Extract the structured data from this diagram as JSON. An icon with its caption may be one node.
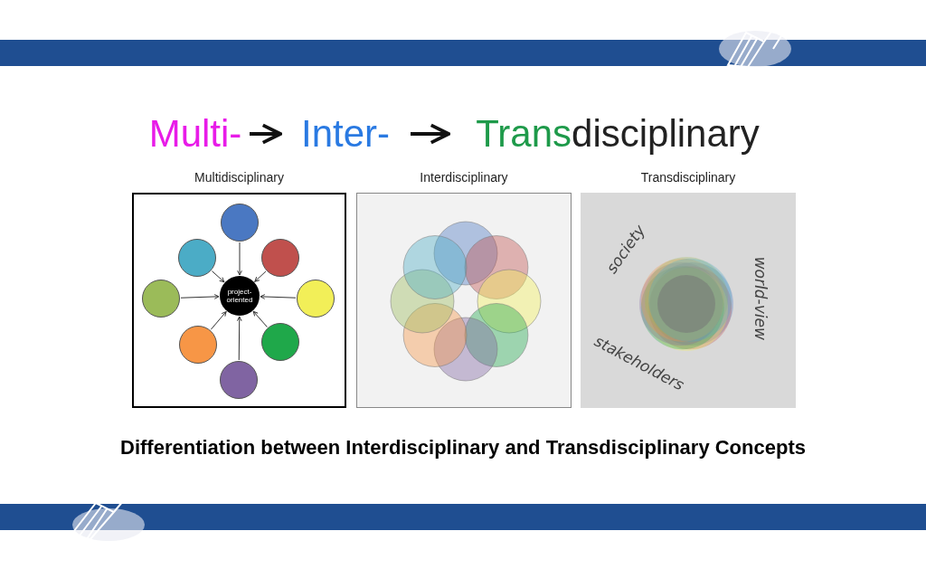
{
  "diagram": {
    "caption": "Differentiation between Interdisciplinary and Transdisciplinary Concepts",
    "nodes": [
      {
        "text": [
          "Multi-"
        ]
      },
      {
        "text": [
          "Inter-"
        ]
      },
      {
        "text": [
          "Transdisciplinary"
        ]
      },
      {
        "text": [
          "Multidisciplinary"
        ]
      },
      {
        "text": [
          "Interdisciplinary"
        ]
      },
      {
        "text": [
          "Transdisciplinary"
        ]
      },
      {
        "text": [
          "project-oriented"
        ],
        "in": 3
      },
      {
        "text": [],
        "shape": "circle",
        "in": 3
      },
      {
        "text": [],
        "shape": "circle",
        "in": 3
      },
      {
        "text": [],
        "shape": "circle",
        "in": 3
      },
      {
        "text": [],
        "shape": "circle",
        "in": 3
      },
      {
        "text": [],
        "shape": "circle",
        "in": 3
      },
      {
        "text": [],
        "shape": "circle",
        "in": 3
      },
      {
        "text": [],
        "shape": "circle",
        "in": 3
      },
      {
        "text": [],
        "shape": "circle",
        "in": 3
      }
    ],
    "edges": [
      {
        "from": 0,
        "to": 1,
        "arrow": "to",
        "style": "thick"
      },
      {
        "from": 1,
        "to": 2,
        "arrow": "to",
        "style": "thick"
      },
      {
        "from": 7,
        "to": 6,
        "arrow": "to"
      },
      {
        "from": 8,
        "to": 6,
        "arrow": "to"
      },
      {
        "from": 9,
        "to": 6,
        "arrow": "to"
      },
      {
        "from": 10,
        "to": 6,
        "arrow": "to"
      },
      {
        "from": 11,
        "to": 6,
        "arrow": "to"
      },
      {
        "from": 12,
        "to": 6,
        "arrow": "to"
      },
      {
        "from": 13,
        "to": 6,
        "arrow": "to"
      },
      {
        "from": 14,
        "to": 6,
        "arrow": "to"
      }
    ],
    "labels": [
      "society",
      "world-view",
      "stakeholders"
    ]
  }
}
